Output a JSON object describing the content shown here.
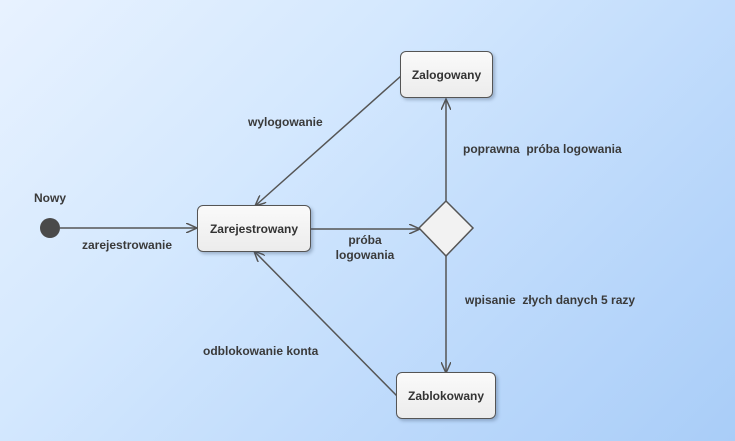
{
  "states": {
    "zalogowany": "Zalogowany",
    "zarejestrowany": "Zarejestrowany",
    "zablokowany": "Zablokowany"
  },
  "initial": {
    "label": "Nowy"
  },
  "transitions": {
    "zarejestrowanie": "zarejestrowanie",
    "proba_logowania": "próba\nlogowania",
    "poprawna_proba": "poprawna  próba logowania",
    "wpisanie_zlych": "wpisanie  złych danych 5 razy",
    "wylogowanie": "wylogowanie",
    "odblokowanie": "odblokowanie konta"
  },
  "colors": {
    "background": "#c8e0fc",
    "box_fill": "#f2f2f2",
    "line": "#555555",
    "initial_node": "#4a4a4a"
  }
}
